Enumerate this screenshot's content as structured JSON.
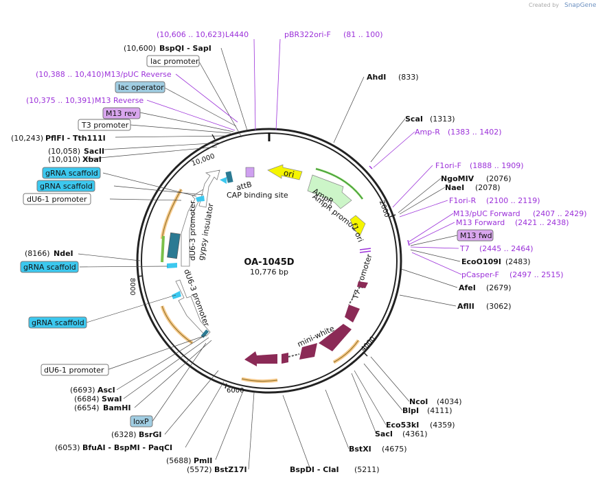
{
  "watermark": "Created by",
  "brand": "SnapGene",
  "plasmid": {
    "name": "OA-1045D",
    "size_label": "10,776 bp",
    "size": 10776
  },
  "ticks": [
    "10,000",
    "2000",
    "4000",
    "6000",
    "8000"
  ],
  "left_labels": [
    {
      "pos": "(10,606 .. 10,623)",
      "name": "L4440",
      "kind": "primer"
    },
    {
      "pos": "(10,600)",
      "name": "BspQI  - SapI",
      "kind": "enzyme"
    },
    {
      "name": "lac promoter",
      "kind": "box-white"
    },
    {
      "pos": "(10,388 .. 10,410)",
      "name": "M13/pUC Reverse",
      "kind": "primer"
    },
    {
      "name": "lac operator",
      "kind": "box-teal"
    },
    {
      "pos": "(10,375 .. 10,391)",
      "name": "M13 Reverse",
      "kind": "primer"
    },
    {
      "name": "M13 rev",
      "kind": "box-purple"
    },
    {
      "name": "T3 promoter",
      "kind": "box-white"
    },
    {
      "pos": "(10,243)",
      "name": "PflFI  - Tth111I",
      "kind": "enzyme"
    },
    {
      "pos": "(10,058)",
      "name": "SacII",
      "kind": "enzyme"
    },
    {
      "pos": "(10,010)",
      "name": "XbaI",
      "kind": "enzyme"
    },
    {
      "name": "gRNA scaffold",
      "kind": "box-cyan"
    },
    {
      "name": "gRNA scaffold",
      "kind": "box-cyan"
    },
    {
      "name": "dU6-1 promoter",
      "kind": "box-white"
    },
    {
      "pos": "(8166)",
      "name": "NdeI",
      "kind": "enzyme"
    },
    {
      "name": "gRNA scaffold",
      "kind": "box-cyan"
    },
    {
      "name": "gRNA scaffold",
      "kind": "box-cyan"
    },
    {
      "name": "dU6-1 promoter",
      "kind": "box-white"
    },
    {
      "pos": "(6693)",
      "name": "AscI",
      "kind": "enzyme"
    },
    {
      "pos": "(6684)",
      "name": "SwaI",
      "kind": "enzyme"
    },
    {
      "pos": "(6654)",
      "name": "BamHI",
      "kind": "enzyme"
    },
    {
      "name": "loxP",
      "kind": "box-teal"
    },
    {
      "pos": "(6328)",
      "name": "BsrGI",
      "kind": "enzyme"
    },
    {
      "pos": "(6053)",
      "name": "BfuAI  - BspMI  - PaqCI",
      "kind": "enzyme"
    },
    {
      "pos": "(5688)",
      "name": "PmlI",
      "kind": "enzyme"
    },
    {
      "pos": "(5572)",
      "name": "BstZ17I",
      "kind": "enzyme"
    }
  ],
  "right_labels": [
    {
      "name": "pBR322ori-F",
      "pos": "(81 .. 100)",
      "kind": "primer"
    },
    {
      "name": "AhdI",
      "pos": "(833)",
      "kind": "enzyme"
    },
    {
      "name": "ScaI",
      "pos": "(1313)",
      "kind": "enzyme"
    },
    {
      "name": "Amp-R",
      "pos": "(1383 .. 1402)",
      "kind": "primer"
    },
    {
      "name": "F1ori-F",
      "pos": "(1888 .. 1909)",
      "kind": "primer"
    },
    {
      "name": "NgoMIV",
      "pos": "(2076)",
      "kind": "enzyme"
    },
    {
      "name": "NaeI",
      "pos": "(2078)",
      "kind": "enzyme"
    },
    {
      "name": "F1ori-R",
      "pos": "(2100 .. 2119)",
      "kind": "primer"
    },
    {
      "name": "M13/pUC Forward",
      "pos": "(2407 .. 2429)",
      "kind": "primer"
    },
    {
      "name": "M13 Forward",
      "pos": "(2421 .. 2438)",
      "kind": "primer"
    },
    {
      "name": "M13 fwd",
      "kind": "box-purple"
    },
    {
      "name": "T7",
      "pos": "(2445 .. 2464)",
      "kind": "primer"
    },
    {
      "name": "EcoO109I",
      "pos": "(2483)",
      "kind": "enzyme"
    },
    {
      "name": "pCasper-F",
      "pos": "(2497 .. 2515)",
      "kind": "primer"
    },
    {
      "name": "AfeI",
      "pos": "(2679)",
      "kind": "enzyme"
    },
    {
      "name": "AflII",
      "pos": "(3062)",
      "kind": "enzyme"
    },
    {
      "name": "NcoI",
      "pos": "(4034)",
      "kind": "enzyme"
    },
    {
      "name": "BlpI",
      "pos": "(4111)",
      "kind": "enzyme"
    },
    {
      "name": "Eco53kI",
      "pos": "(4359)",
      "kind": "enzyme"
    },
    {
      "name": "SacI",
      "pos": "(4361)",
      "kind": "enzyme"
    },
    {
      "name": "BstXI",
      "pos": "(4675)",
      "kind": "enzyme"
    },
    {
      "name": "BspDI  - ClaI",
      "pos": "(5211)",
      "kind": "enzyme"
    }
  ],
  "features": {
    "ori": "ori",
    "ampr": "AmpR",
    "ampr_promoter": "AmpR promoter",
    "f1_ori": "f1 ori",
    "t7_promoter": "T7 promoter",
    "mini_white": "mini-white",
    "du6_3_promoter_top": "dU6-3 promoter",
    "du6_3_promoter_bottom": "dU6-3 promoter",
    "gypsy": "gypsy insulator",
    "attb": "attB",
    "cap": "CAP binding site"
  },
  "colors": {
    "primer": "#9b30d9",
    "ori": "#f5f500",
    "ampr": "#ccf5c8",
    "mini_white": "#8b2a56",
    "teal": "#2b7a93",
    "cyan": "#3cc8ef",
    "orange": "#f0a640"
  }
}
